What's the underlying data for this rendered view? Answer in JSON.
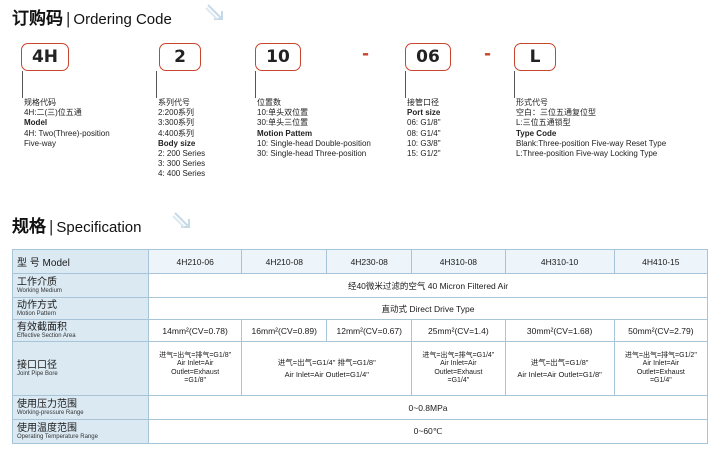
{
  "ordering": {
    "title_cn": "订购码",
    "title_en": "Ordering Code",
    "codes": [
      "4H",
      "2",
      "10",
      "06",
      "L"
    ],
    "dash": "-",
    "desc": {
      "model": [
        "规格代码",
        "4H:二(三)位五通",
        "Model",
        "4H: Two(Three)-position",
        "Five-way"
      ],
      "body": [
        "系列代号",
        "2:200系列",
        "3:300系列",
        "4:400系列",
        "Body size",
        "2: 200 Series",
        "3: 300 Series",
        "4: 400 Series"
      ],
      "motion": [
        "位置数",
        "10:单头双位置",
        "30:单头三位置",
        "Motion Pattem",
        "10: Single-head Double-position",
        "30: Single-head Three-position"
      ],
      "port": [
        "接管口径",
        "Port size",
        "06: G1/8\"",
        "08: G1/4\"",
        "10: G3/8\"",
        "15: G1/2\""
      ],
      "type": [
        "形式代号",
        "空白：三位五通复位型",
        "L:三位五通锁型",
        "Type Code",
        "Blank:Three-position Five-way Reset Type",
        "L:Three-position Five-way Locking Type"
      ]
    }
  },
  "spec": {
    "title_cn": "规格",
    "title_en": "Specification",
    "header_label": "型 号 Model",
    "models": [
      "4H210-06",
      "4H210-08",
      "4H230-08",
      "4H310-08",
      "4H310-10",
      "4H410-15"
    ],
    "rows": {
      "medium": {
        "cn": "工作介质",
        "en": "Working Medium",
        "value": "经40微米过滤的空气      40 Micron Filtered Air"
      },
      "action": {
        "cn": "动作方式",
        "en": "Motion Pattern",
        "value": "直动式      Direct Drive Type"
      },
      "section": {
        "cn": "有效截面积",
        "en": "Effective Section Area",
        "values": [
          "14mm²(CV=0.78)",
          "16mm²(CV=0.89)",
          "12mm²(CV=0.67)",
          "25mm²(CV=1.4)",
          "30mm²(CV=1.68)",
          "50mm²(CV=2.79)"
        ]
      },
      "pipe": {
        "cn": "接口口径",
        "en": "Joint Pipe Bore",
        "c1": [
          "进气=出气=排气=G1/8\"",
          "Air Inlet=Air",
          "Outlet=Exhaust",
          "=G1/8\""
        ],
        "c2": [
          "进气=出气=G1/4\"   排气=G1/8\"",
          "Air Inlet=Air Outlet=G1/4\""
        ],
        "c4": [
          "进气=出气=排气=G1/4\"",
          "Air Inlet=Air",
          "Outlet=Exhaust",
          "=G1/4\""
        ],
        "c5": [
          "进气=出气=G1/8\"",
          "Air Inlet=Air Outlet=G1/8\""
        ],
        "c6": [
          "进气=出气=排气=G1/2\"",
          "Air Inlet=Air",
          "Outlet=Exhaust",
          "=G1/4\""
        ]
      },
      "pressure": {
        "cn": "使用压力范围",
        "en": "Working-pressure Range",
        "value": "0~0.8MPa"
      },
      "temp": {
        "cn": "使用温度范围",
        "en": "Operating Temperature Range",
        "value": "0~60℃"
      }
    }
  },
  "colors": {
    "accent": "#c8452e",
    "table_border": "#a8c4d8",
    "label_bg": "#dbe9f3"
  },
  "icons": {
    "title_arrow": "diagonal-arrow-icon"
  }
}
